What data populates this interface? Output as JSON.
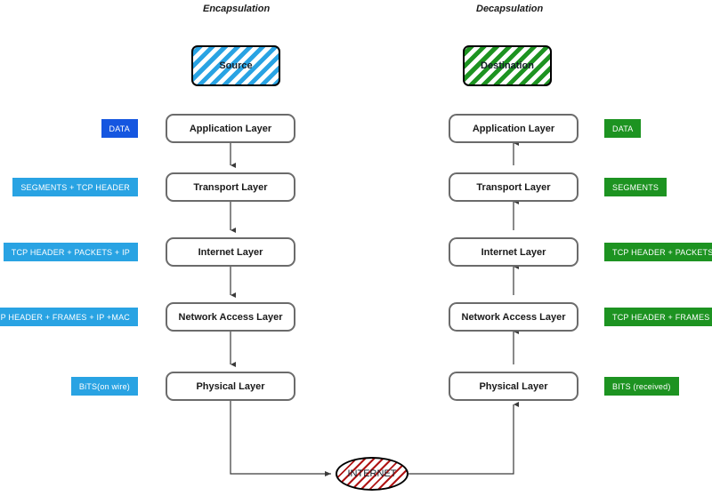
{
  "columns": {
    "left_title": "Encapsulation",
    "right_title": "Decapsulation"
  },
  "endpoints": {
    "source": "Source",
    "destination": "Destination"
  },
  "network": {
    "internet": "INTERNET"
  },
  "layers": {
    "left": [
      "Application Layer",
      "Transport Layer",
      "Internet Layer",
      "Network Access Layer",
      "Physical Layer"
    ],
    "right": [
      "Application Layer",
      "Transport Layer",
      "Internet Layer",
      "Network Access Layer",
      "Physical Layer"
    ]
  },
  "pdu_left": [
    "DATA",
    "SEGMENTS + TCP HEADER",
    "TCP HEADER + PACKETS + IP",
    "TCP HEADER + FRAMES + IP +MAC",
    "BiTS(on wire)"
  ],
  "pdu_right": [
    "DATA",
    "SEGMENTS",
    "TCP HEADER + PACKETS",
    "TCP HEADER + FRAMES + IP",
    "BITS (received)"
  ],
  "colors": {
    "badge_blue_dark": "#1556e0",
    "badge_blue": "#29a3e3",
    "badge_green": "#1d9321",
    "box_border": "#6b6b6b",
    "connector": "#3a3a3a",
    "internet_hatch": "#b01515"
  }
}
